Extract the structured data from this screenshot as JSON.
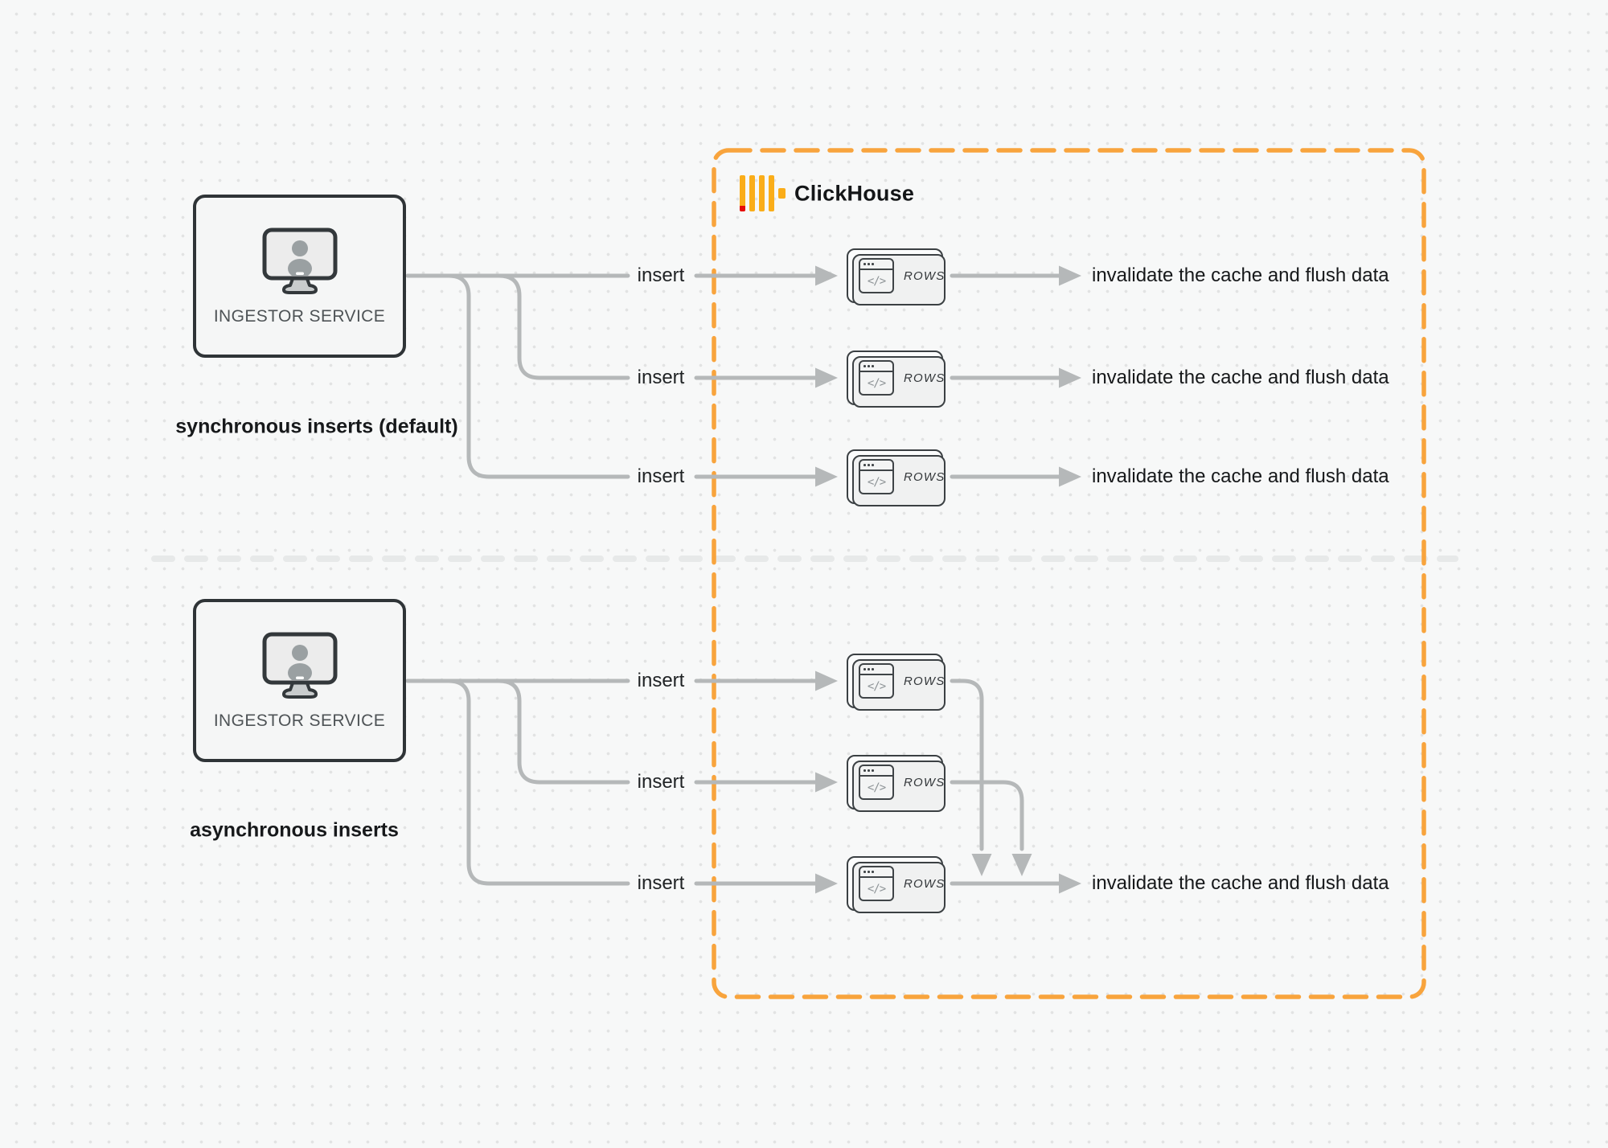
{
  "clickhouse": {
    "label": "ClickHouse"
  },
  "sync_section": {
    "service_label": "INGESTOR SERVICE",
    "caption": "synchronous inserts (default)",
    "rows": [
      {
        "insert_label": "insert",
        "card_label": "ROWS",
        "result_label": "invalidate the cache and flush data"
      },
      {
        "insert_label": "insert",
        "card_label": "ROWS",
        "result_label": "invalidate the cache and flush data"
      },
      {
        "insert_label": "insert",
        "card_label": "ROWS",
        "result_label": "invalidate the cache and flush data"
      }
    ]
  },
  "async_section": {
    "service_label": "INGESTOR SERVICE",
    "caption": "asynchronous inserts",
    "rows": [
      {
        "insert_label": "insert",
        "card_label": "ROWS"
      },
      {
        "insert_label": "insert",
        "card_label": "ROWS"
      },
      {
        "insert_label": "insert",
        "card_label": "ROWS"
      }
    ],
    "result_label": "invalidate the cache and flush data"
  },
  "icons": {
    "code_glyph": "</>",
    "monitor": "monitor-user-icon",
    "clickhouse_logo": "clickhouse-logo-icon"
  },
  "colors": {
    "accent_orange": "#F8A43D",
    "logo_amber": "#FAAD19",
    "logo_red": "#E60A0A",
    "connector_gray": "#B5B8B9",
    "card_border": "#3B4043",
    "box_border": "#2F3437",
    "divider_gray": "#E7E9E9"
  }
}
